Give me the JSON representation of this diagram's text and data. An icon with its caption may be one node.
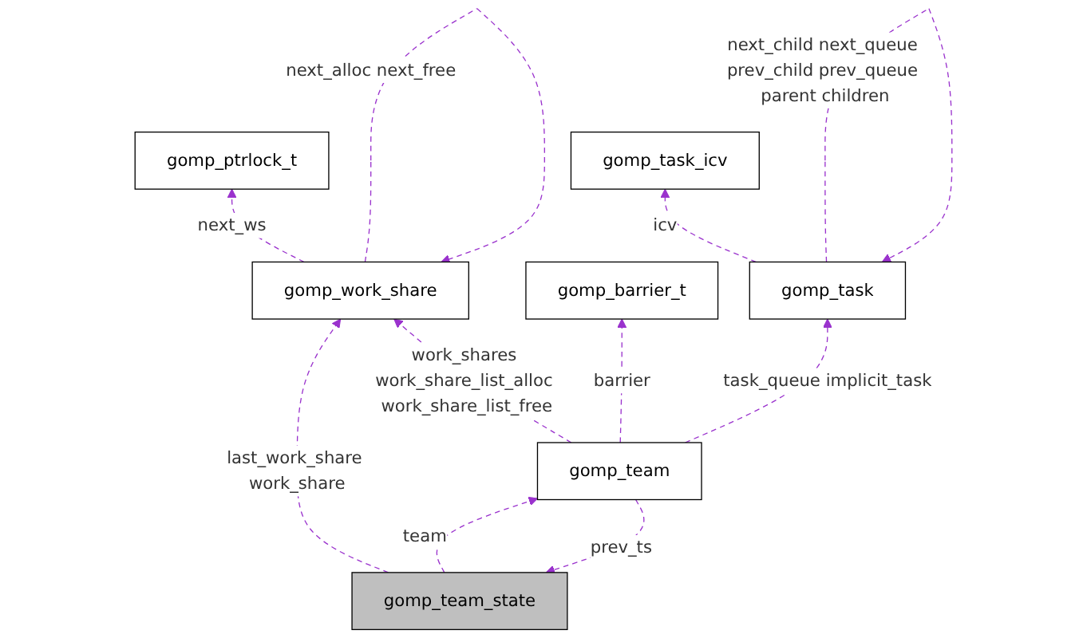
{
  "diagram": {
    "nodes": [
      {
        "text": [
          "gomp_ptrlock_t"
        ]
      },
      {
        "text": [
          "gomp_work_share"
        ]
      },
      {
        "text": [
          "gomp_task_icv"
        ]
      },
      {
        "text": [
          "gomp_team_state"
        ]
      },
      {
        "text": [
          "gomp_barrier_t"
        ]
      },
      {
        "text": [
          "gomp_task"
        ]
      },
      {
        "text": [
          "gomp_team"
        ]
      }
    ],
    "edges": [
      {
        "from": 1,
        "to": 0,
        "arrow": "to",
        "label": "next_ws",
        "style": "dashed"
      },
      {
        "from": 1,
        "to": 1,
        "arrow": "to",
        "label": "next_alloc next_free",
        "style": "dashed"
      },
      {
        "from": 5,
        "to": 2,
        "arrow": "to",
        "label": "icv",
        "style": "dashed"
      },
      {
        "from": 5,
        "to": 5,
        "arrow": "to",
        "label": "next_child next_queue prev_child prev_queue parent children",
        "style": "dashed"
      },
      {
        "from": 3,
        "to": 1,
        "arrow": "to",
        "label": "last_work_share work_share",
        "style": "dashed"
      },
      {
        "from": 6,
        "to": 1,
        "arrow": "to",
        "label": "work_shares work_share_list_alloc work_share_list_free",
        "style": "dashed"
      },
      {
        "from": 6,
        "to": 4,
        "arrow": "to",
        "label": "barrier",
        "style": "dashed"
      },
      {
        "from": 6,
        "to": 5,
        "arrow": "to",
        "label": "task_queue implicit_task",
        "style": "dashed"
      },
      {
        "from": 6,
        "to": 3,
        "arrow": "to",
        "label": "prev_ts",
        "style": "dashed"
      },
      {
        "from": 3,
        "to": 6,
        "arrow": "to",
        "label": "team",
        "style": "dashed"
      }
    ]
  }
}
